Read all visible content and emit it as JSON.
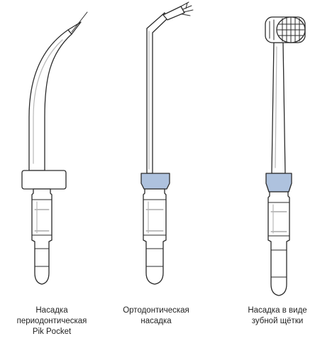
{
  "colors": {
    "collar_plain": "#ffffff",
    "collar_blue": "#aec2de",
    "outline": "#2a2a2a"
  },
  "items": [
    {
      "id": "pik-pocket",
      "label_lines": [
        "Насадка",
        "периодонтическая",
        "Pik Pocket"
      ],
      "collar": "plain"
    },
    {
      "id": "orthodontic",
      "label_lines": [
        "Ортодонтическая",
        "насадка"
      ],
      "collar": "blue"
    },
    {
      "id": "toothbrush",
      "label_lines": [
        "Насадка в виде",
        "зубной щётки"
      ],
      "collar": "blue"
    }
  ]
}
